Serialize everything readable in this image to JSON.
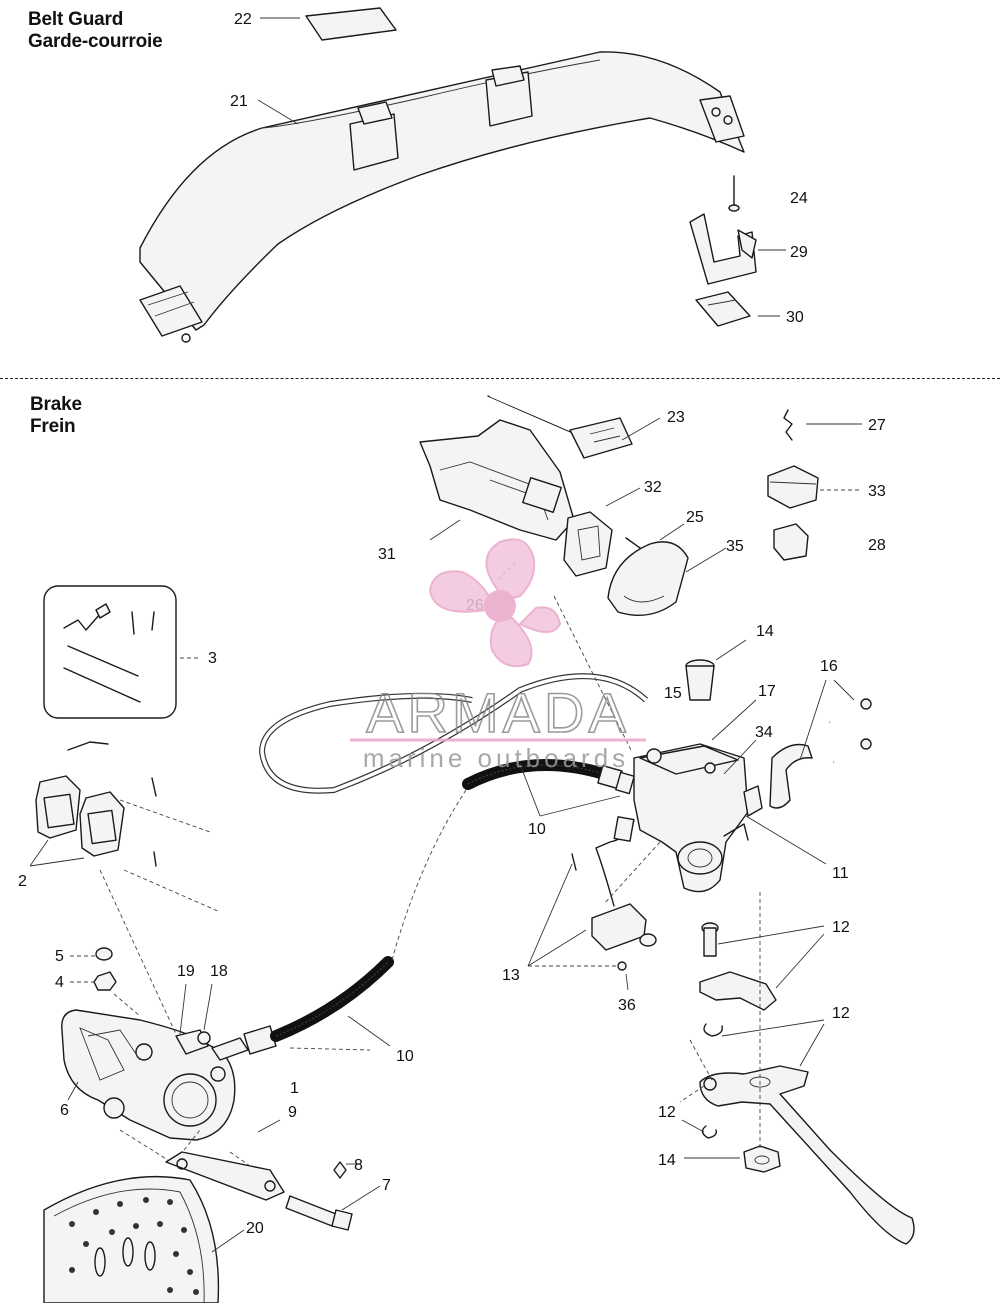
{
  "sections": [
    {
      "title_en": "Belt Guard",
      "title_fr": "Garde-courroie"
    },
    {
      "title_en": "Brake",
      "title_fr": "Frein"
    }
  ],
  "callouts": [
    {
      "id": "c22",
      "text": "22"
    },
    {
      "id": "c21",
      "text": "21"
    },
    {
      "id": "c24",
      "text": "24"
    },
    {
      "id": "c29",
      "text": "29"
    },
    {
      "id": "c30",
      "text": "30"
    },
    {
      "id": "c23",
      "text": "23"
    },
    {
      "id": "c27",
      "text": "27"
    },
    {
      "id": "c32",
      "text": "32"
    },
    {
      "id": "c33",
      "text": "33"
    },
    {
      "id": "c25",
      "text": "25"
    },
    {
      "id": "c31",
      "text": "31"
    },
    {
      "id": "c35",
      "text": "35"
    },
    {
      "id": "c28",
      "text": "28"
    },
    {
      "id": "c26",
      "text": "26"
    },
    {
      "id": "c3",
      "text": "3"
    },
    {
      "id": "c14a",
      "text": "14"
    },
    {
      "id": "c16",
      "text": "16"
    },
    {
      "id": "c15",
      "text": "15"
    },
    {
      "id": "c17",
      "text": "17"
    },
    {
      "id": "c34",
      "text": "34"
    },
    {
      "id": "c10a",
      "text": "10"
    },
    {
      "id": "c11",
      "text": "11"
    },
    {
      "id": "c2",
      "text": "2"
    },
    {
      "id": "c12a",
      "text": "12"
    },
    {
      "id": "c13",
      "text": "13"
    },
    {
      "id": "c36",
      "text": "36"
    },
    {
      "id": "c5",
      "text": "5"
    },
    {
      "id": "c4",
      "text": "4"
    },
    {
      "id": "c19",
      "text": "19"
    },
    {
      "id": "c18",
      "text": "18"
    },
    {
      "id": "c12b",
      "text": "12"
    },
    {
      "id": "c10b",
      "text": "10"
    },
    {
      "id": "c1",
      "text": "1"
    },
    {
      "id": "c6",
      "text": "6"
    },
    {
      "id": "c9",
      "text": "9"
    },
    {
      "id": "c12c",
      "text": "12"
    },
    {
      "id": "c8",
      "text": "8"
    },
    {
      "id": "c14b",
      "text": "14"
    },
    {
      "id": "c7",
      "text": "7"
    },
    {
      "id": "c20",
      "text": "20"
    }
  ],
  "watermark": {
    "brand": "ARMADA",
    "tagline": "marine outboards",
    "color": "#e8a6c8"
  }
}
